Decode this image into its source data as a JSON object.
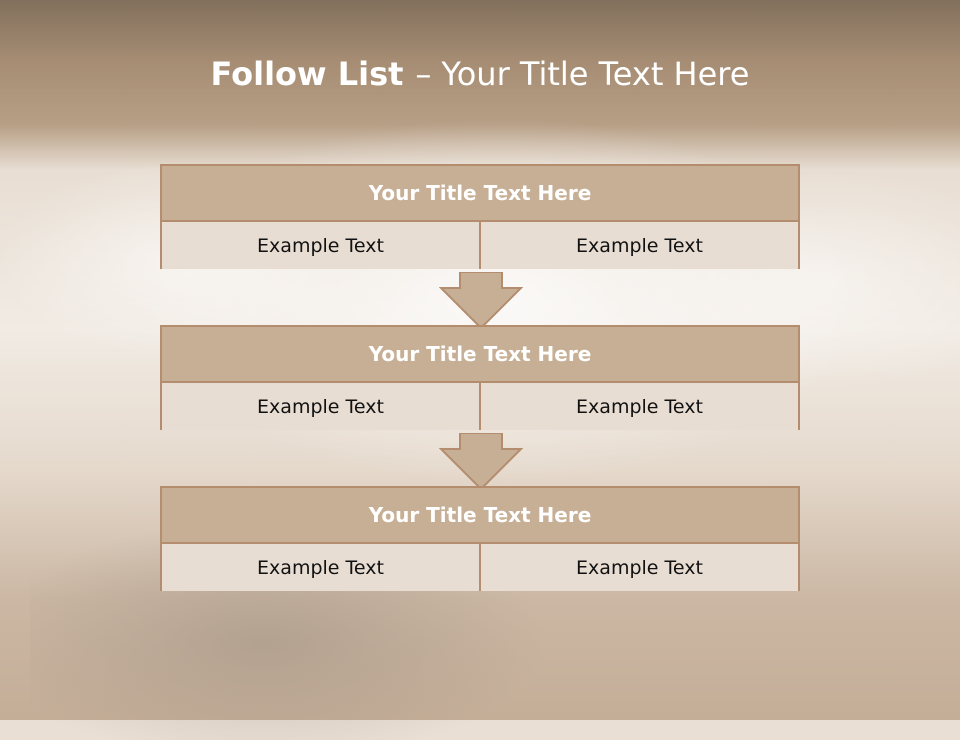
{
  "title": {
    "bold": "Follow List",
    "separator": "–",
    "rest": "Your Title Text Here"
  },
  "colors": {
    "header": "#c7af95",
    "row": "#e8ddd3",
    "border": "#b38d6e",
    "arrow": "#c7af95"
  },
  "cards": [
    {
      "title": "Your Title Text Here",
      "cells": [
        "Example Text",
        "Example Text"
      ]
    },
    {
      "title": "Your Title Text Here",
      "cells": [
        "Example Text",
        "Example Text"
      ]
    },
    {
      "title": "Your Title Text Here",
      "cells": [
        "Example Text",
        "Example Text"
      ]
    }
  ]
}
